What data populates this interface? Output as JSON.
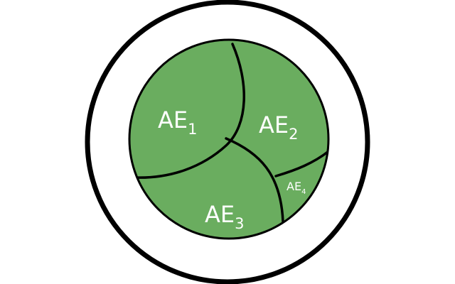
{
  "colors": {
    "background": "#ffffff",
    "outline": "#000000",
    "fill": "#6aad5f",
    "label": "#ffffff"
  },
  "regions": [
    {
      "id": "AE1",
      "text": "AE",
      "sub": "1"
    },
    {
      "id": "AE2",
      "text": "AE",
      "sub": "2"
    },
    {
      "id": "AE3",
      "text": "AE",
      "sub": "3"
    },
    {
      "id": "AE4",
      "text": "AE",
      "sub": "4"
    }
  ]
}
